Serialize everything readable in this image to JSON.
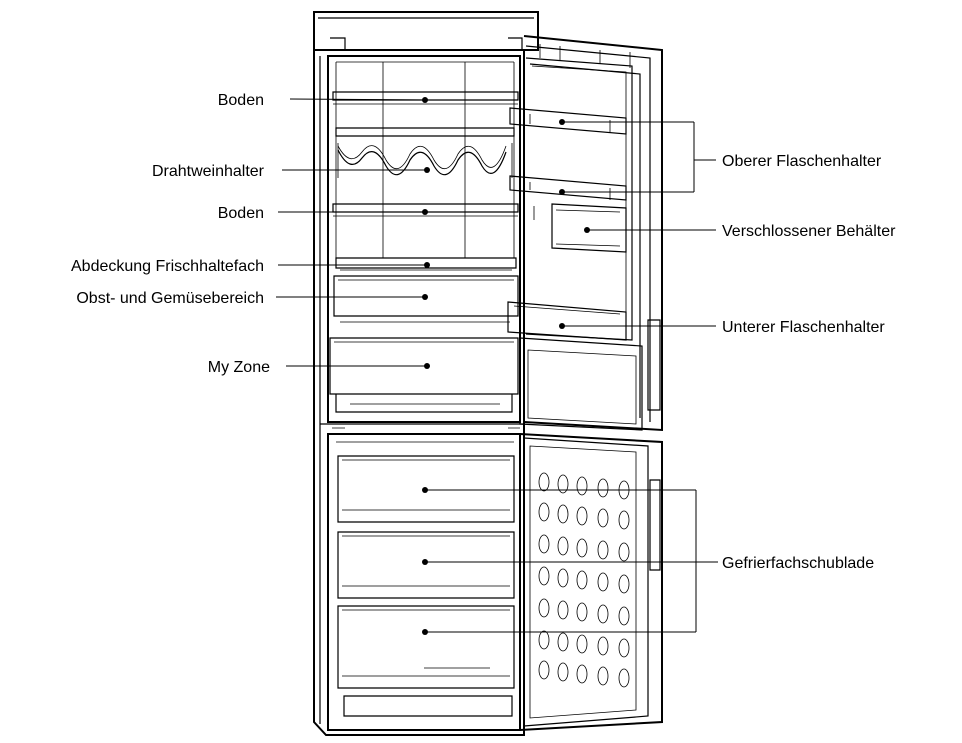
{
  "labels": {
    "boden_top": "Boden",
    "drahtweinhalter": "Drahtweinhalter",
    "boden_mid": "Boden",
    "abdeckung": "Abdeckung Frischhaltefach",
    "obst": "Obst- und Gemüsebereich",
    "my_zone": "My Zone",
    "oberer_flaschenhalter": "Oberer Flaschenhalter",
    "verschlossener_behaelter": "Verschlossener Behälter",
    "unterer_flaschenhalter": "Unterer Flaschenhalter",
    "gefrierfachschublade": "Gefrierfachschublade"
  }
}
